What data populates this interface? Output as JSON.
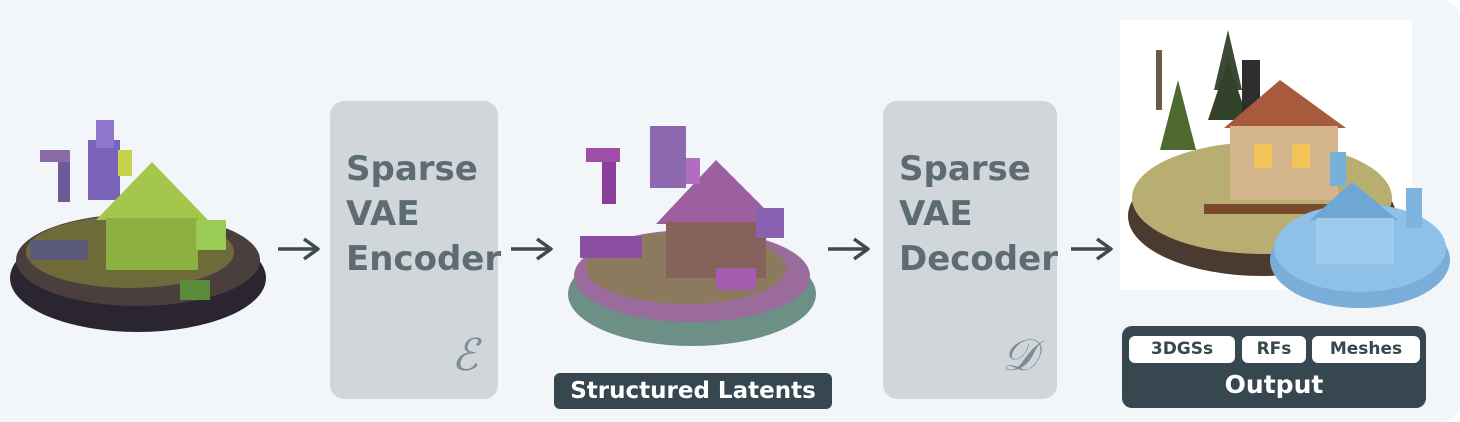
{
  "encoder": {
    "line1": "Sparse",
    "line2": "VAE",
    "line3": "Encoder",
    "symbol": "ℰ"
  },
  "latent_label": "Structured Latents",
  "decoder": {
    "line1": "Sparse",
    "line2": "VAE",
    "line3": "Decoder",
    "symbol": "𝒟"
  },
  "output": {
    "label": "Output",
    "formats": [
      "3DGSs",
      "RFs",
      "Meshes"
    ]
  },
  "colors": {
    "panel_bg": "#f2f6f9",
    "box_bg": "#d0d6da",
    "box_text": "#5d6b73",
    "label_bg": "#37474f",
    "arrow": "#3e4a50"
  },
  "icons": [
    "arrow-right-icon",
    "voxel-scene-icon",
    "latent-scene-icon",
    "rendered-scene-icon",
    "mesh-scene-icon"
  ]
}
